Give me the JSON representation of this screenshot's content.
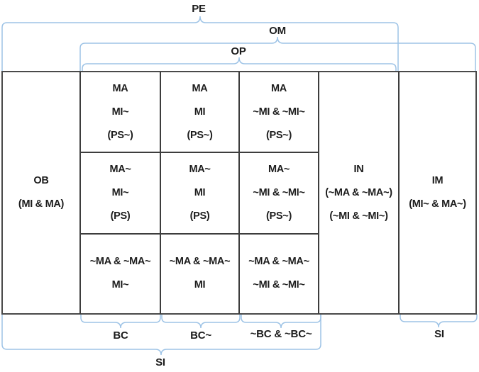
{
  "labels": {
    "pe": "PE",
    "om": "OM",
    "op": "OP",
    "bc": "BC",
    "bc_tilde": "BC~",
    "bc_both": "~BC & ~BC~",
    "si_im": "SI",
    "si_main": "SI"
  },
  "table": {
    "ob": [
      "OB",
      "(MI & MA)"
    ],
    "in_col": [
      "IN",
      "(~MA & ~MA~)",
      "(~MI & ~MI~)"
    ],
    "im": [
      "IM",
      "(MI~ & MA~)"
    ],
    "grid": [
      [
        [
          "MA",
          "MI~",
          "(PS~)"
        ],
        [
          "MA",
          "MI",
          "(PS~)"
        ],
        [
          "MA",
          "~MI & ~MI~",
          "(PS~)"
        ]
      ],
      [
        [
          "MA~",
          "MI~",
          "(PS)"
        ],
        [
          "MA~",
          "MI",
          "(PS)"
        ],
        [
          "MA~",
          "~MI & ~MI~",
          "(PS~)"
        ]
      ],
      [
        [
          "~MA & ~MA~",
          "MI~"
        ],
        [
          "~MA & ~MA~",
          "MI"
        ],
        [
          "~MA & ~MA~",
          "~MI & ~MI~"
        ]
      ]
    ]
  },
  "colors": {
    "brace": "#9DC3E6",
    "border": "#3d3d3d",
    "text": "#1c1c1c",
    "background": "#ffffff"
  }
}
